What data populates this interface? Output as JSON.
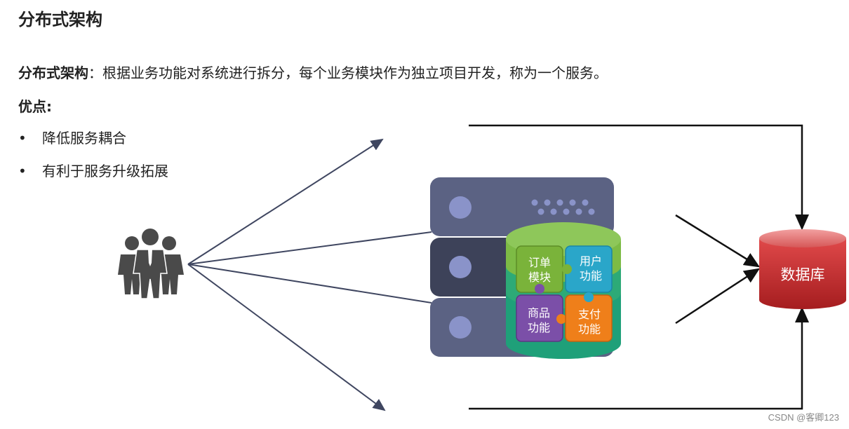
{
  "title": "分布式架构",
  "description": {
    "term": "分布式架构",
    "text": "：根据业务功能对系统进行拆分，每个业务模块作为独立项目开发，称为一个服务。"
  },
  "advantages": {
    "heading": "优点:",
    "items": [
      "降低服务耦合",
      "有利于服务升级拓展"
    ]
  },
  "modules": {
    "order": [
      "订单",
      "模块"
    ],
    "user": [
      "用户",
      "功能"
    ],
    "goods": [
      "商品",
      "功能"
    ],
    "pay": [
      "支付",
      "功能"
    ]
  },
  "database": {
    "label": "数据库"
  },
  "watermark": "CSDN @客卿123",
  "colors": {
    "arrow": "#3f4660",
    "server": "#5b6283",
    "server_dark": "#3d4259",
    "server_dot": "#8a93c9",
    "cylinder_green": "#7dbb45",
    "cylinder_teal": "#1fa079",
    "module_order": "#7ab33a",
    "module_user": "#2aa6c9",
    "module_goods": "#7b4fa8",
    "module_pay": "#ef7f1a",
    "db_red": "#c62c2c"
  }
}
